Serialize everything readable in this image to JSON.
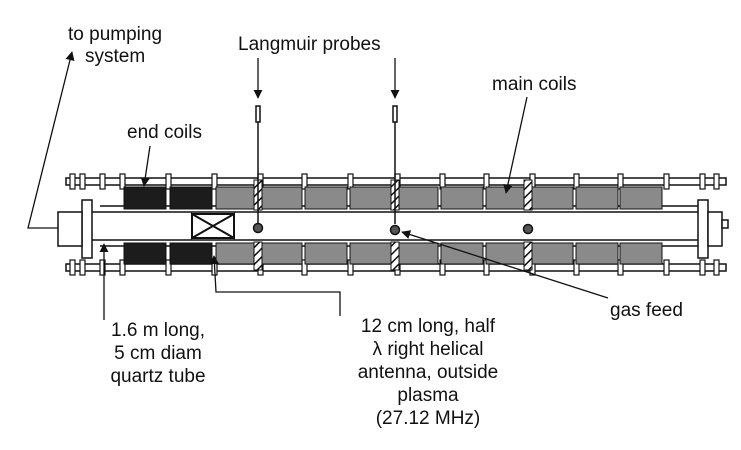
{
  "labels": {
    "pumping_line1": "to pumping",
    "pumping_line2": "system",
    "langmuir": "Langmuir probes",
    "main_coils": "main coils",
    "end_coils": "end coils",
    "gas_feed": "gas feed",
    "tube_line1": "1.6 m long,",
    "tube_line2": "5 cm diam",
    "tube_line3": "quartz tube",
    "antenna_line1": "12 cm long, half",
    "antenna_line2": "λ right helical",
    "antenna_line3": "antenna, outside",
    "antenna_line4": "plasma",
    "antenna_line5": "(27.12 MHz)"
  },
  "colors": {
    "end_coil": "#1c1c1c",
    "main_coil": "#8a8a8a",
    "line": "#111111",
    "background": "#ffffff"
  }
}
